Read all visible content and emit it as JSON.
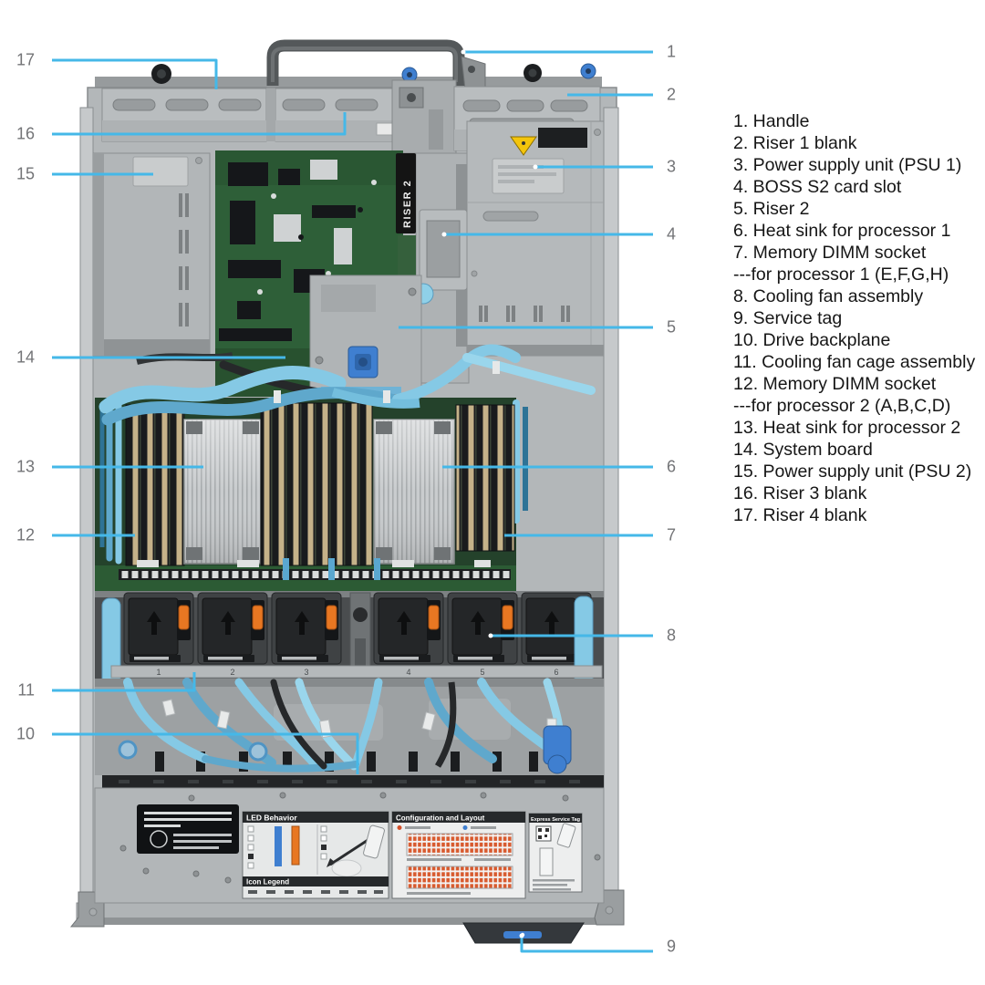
{
  "figure": {
    "type": "server-top-view-callout-diagram",
    "description": "Inside view of a 2U rack server chassis with numbered component callouts"
  },
  "callouts": {
    "left": [
      "17",
      "16",
      "15",
      "14",
      "13",
      "12",
      "11",
      "10"
    ],
    "right": [
      "1",
      "2",
      "3",
      "4",
      "5",
      "6",
      "7",
      "8",
      "9"
    ]
  },
  "legend": {
    "lines": [
      "1. Handle",
      "2. Riser 1 blank",
      "3. Power supply unit (PSU 1)",
      "4. BOSS S2 card slot",
      "5. Riser 2",
      "6. Heat sink for processor 1",
      "7. Memory DIMM socket",
      "---for processor 1 (E,F,G,H)",
      "8. Cooling fan assembly",
      "9. Service tag",
      "10. Drive backplane",
      "11. Cooling fan cage assembly",
      "12. Memory DIMM socket",
      "---for processor 2 (A,B,C,D)",
      "13. Heat sink for processor 2",
      "14. System board",
      "15. Power supply unit (PSU 2)",
      "16. Riser 3 blank",
      "17. Riser 4 blank"
    ]
  },
  "server_labels": {
    "riser2_label": "RISER 2",
    "led_behavior_title": "LED Behavior",
    "icon_legend_title": "Icon Legend",
    "config_layout_title": "Configuration and Layout",
    "express_service_tag_title": "Express Service Tag",
    "fan_numbers": [
      "1",
      "2",
      "3",
      "4",
      "5",
      "6"
    ]
  },
  "colors": {
    "callout_line": "#45b8e8",
    "callout_number": "#737477",
    "cable_blue": "#85c9e5",
    "fan_clip_orange": "#e87722",
    "warning_yellow": "#f4c50c",
    "service_tag_blue": "#3f7fd0"
  }
}
